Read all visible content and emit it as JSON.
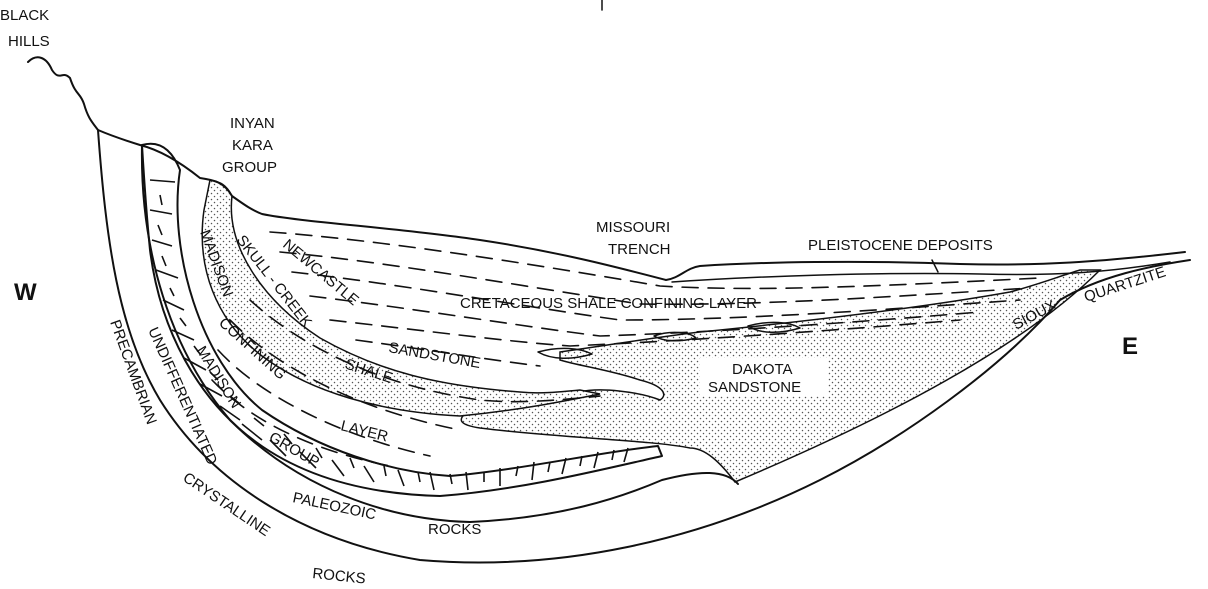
{
  "orientation": {
    "west": "W",
    "east": "E"
  },
  "labels": {
    "black_hills_line1": "BLACK",
    "black_hills_line2": "HILLS",
    "inyan_line1": "INYAN",
    "inyan_line2": "KARA",
    "inyan_line3": "GROUP",
    "missouri_line1": "MISSOURI",
    "missouri_line2": "TRENCH",
    "pleistocene": "PLEISTOCENE DEPOSITS",
    "cretaceous": "CRETACEOUS SHALE CONFINING LAYER",
    "sioux_1": "SIOUX",
    "sioux_2": "QUARTZITE",
    "dakota_1": "DAKOTA",
    "dakota_2": "SANDSTONE",
    "newcastle_1": "NEWCASTLE",
    "newcastle_2": "SANDSTONE",
    "skull_1": "SKULL - CREEK",
    "skull_2": "SHALE",
    "madison_c_1": "MADISON",
    "madison_c_2": "CONFINING",
    "madison_c_3": "LAYER",
    "madison_g_1": "MADISON",
    "madison_g_2": "GROUP",
    "undiff_1": "UNDIFFERENTIATED",
    "undiff_2": "PALEOZOIC",
    "undiff_3": "ROCKS",
    "precambrian_1": "PRECAMBRIAN",
    "precambrian_2": "CRYSTALLINE",
    "precambrian_3": "ROCKS"
  },
  "colors": {
    "line": "#111111",
    "background": "#ffffff",
    "sandstone_fill": "#eeeeee"
  }
}
